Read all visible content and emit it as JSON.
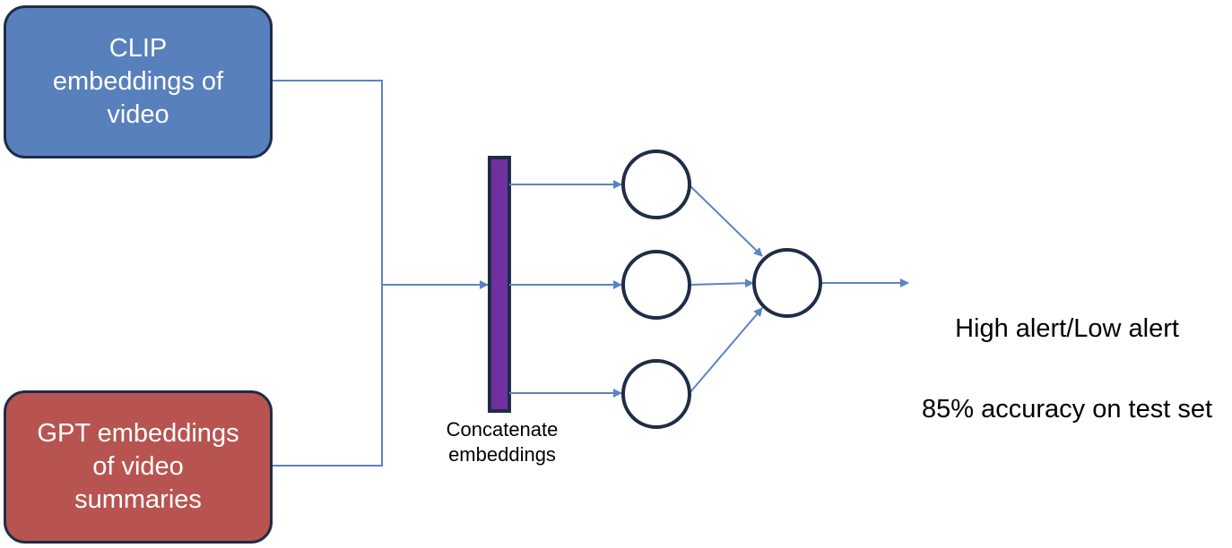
{
  "colors": {
    "clip_fill": "#5880bd",
    "gpt_fill": "#b85450",
    "border": "#1f2d46",
    "connector": "#5b84c4",
    "concat_bar": "#7030a0"
  },
  "inputs": {
    "clip_label": "CLIP\nembeddings of\nvideo",
    "gpt_label": "GPT embeddings\nof  video\nsummaries"
  },
  "concat": {
    "label": "Concatenate\nembeddings"
  },
  "network": {
    "hidden_nodes": 3,
    "output_nodes": 1
  },
  "output": {
    "class_label": "High alert/Low alert",
    "accuracy_label": "85% accuracy on test set"
  }
}
